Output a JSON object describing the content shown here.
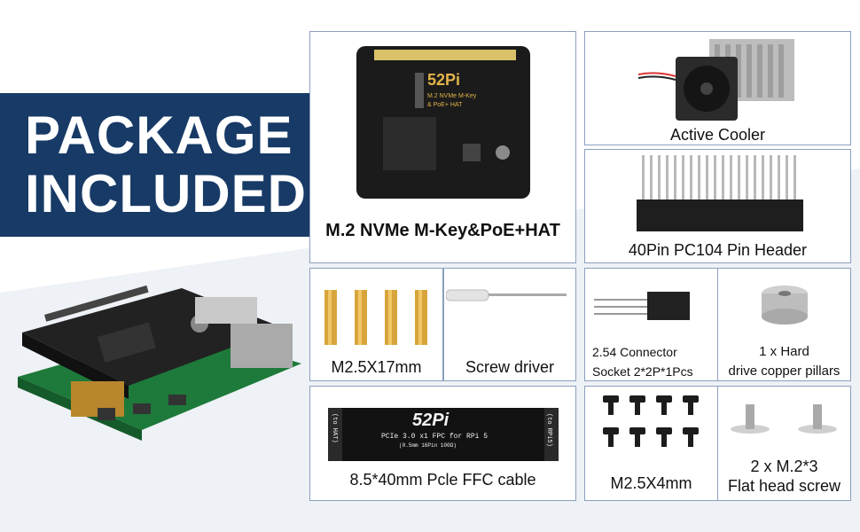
{
  "banner": {
    "line1": "PACKAGE",
    "line2": "INCLUDED"
  },
  "items": {
    "hat_label": "M.2 NVMe M-Key&PoE+HAT",
    "hat_board_text": "52Pi",
    "hat_board_sub1": "M.2 NVMe M-Key",
    "hat_board_sub2": "& PoE+ HAT",
    "cooler_label": "Active Cooler",
    "header_label": "40Pin PC104 Pin Header",
    "standoff_label": "M2.5X17mm",
    "screwdriver_label": "Screw driver",
    "connector_line1": "2.54 Connector",
    "connector_line2": "Socket 2*2P*1Pcs",
    "pillar_line1": "1 x Hard",
    "pillar_line2": "drive copper pillars",
    "ffc_label": "8.5*40mm Pcle FFC cable",
    "ffc_brand": "52Pi",
    "ffc_text": "PCIe 3.0 x1 FPC for RPi 5",
    "ffc_subtext": "(0.5mm 16Pin 100Ω)",
    "ffc_end_left": "(to HAT)",
    "ffc_end_right": "(to RPi5)",
    "screw_label": "M2.5X4mm",
    "flat_line1": "2 x M.2*3",
    "flat_line2": "Flat head screw"
  }
}
